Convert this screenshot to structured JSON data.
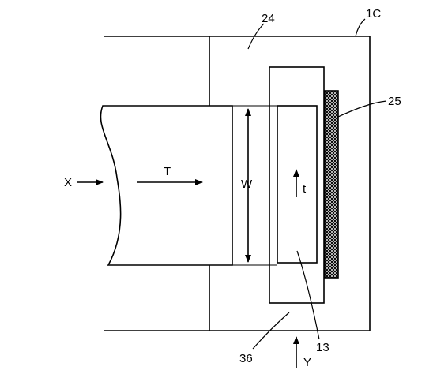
{
  "labels": {
    "ref_1c": "1C",
    "ref_24": "24",
    "ref_25": "25",
    "ref_36": "36",
    "ref_13": "13",
    "dir_x": "X",
    "dir_t": "T",
    "dir_w": "W",
    "dir_t_small": "t",
    "dir_y": "Y"
  },
  "colors": {
    "line": "#000000",
    "background": "#ffffff",
    "hatch": "#000000"
  }
}
